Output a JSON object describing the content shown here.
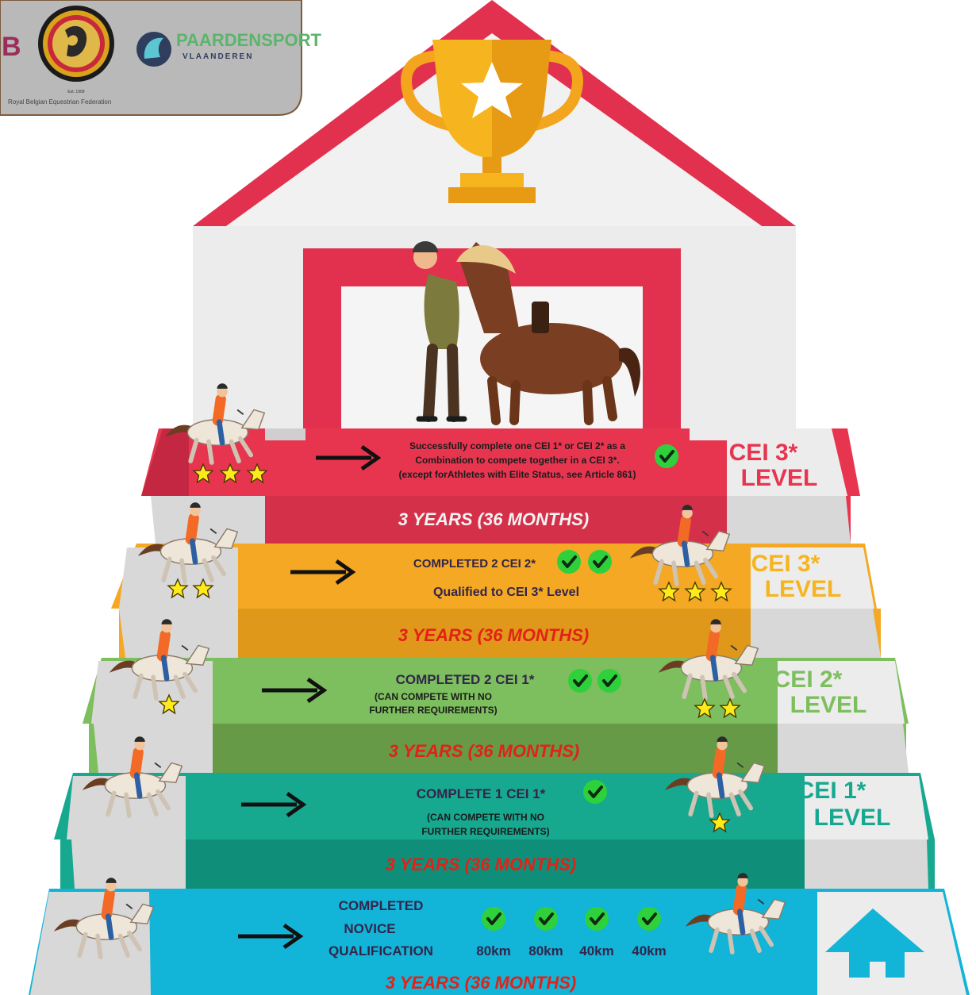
{
  "logos": {
    "federation_caption": "Royal Belgian Equestrian Federation",
    "established": "Est. 1909",
    "logo_left_fragment": "B",
    "paardensport_name": "PAARDENSPORT",
    "paardensport_sub": "VLAANDEREN"
  },
  "colors": {
    "roof": "#e2304f",
    "wall": "#ececec",
    "pink": "#e8354f",
    "pink_text": "#f3f3f3",
    "orange": "#f4a823",
    "orange_dark": "#e0981a",
    "green": "#7dbe5e",
    "green_dark": "#679a46",
    "teal": "#17a890",
    "teal_dark": "#0f8f79",
    "blue": "#12b4d8",
    "check": "#2ed13b",
    "star": "#ffeb1a"
  },
  "steps": [
    {
      "id": "cei3-combination",
      "text_lines": [
        "Successfully complete one CEI 1* or CEI 2* as a",
        "Combination to compete together in a CEI 3*.",
        "(except forAthletes with Elite Status, see Article 861)"
      ],
      "checks": 1,
      "left_stars": 3,
      "level_line1": "CEI 3*",
      "level_line2": "LEVEL",
      "period": "3 YEARS (36 MONTHS)"
    },
    {
      "id": "cei2-completed",
      "text_lines": [
        "COMPLETED 2 CEI 2*",
        "Qualified to CEI 3* Level"
      ],
      "checks": 2,
      "left_stars": 2,
      "right_stars": 3,
      "level_line1": "CEI 3*",
      "level_line2": "LEVEL",
      "period": "3 YEARS (36 MONTHS)"
    },
    {
      "id": "cei1-completed",
      "text_lines": [
        "COMPLETED 2 CEI 1*",
        "(CAN COMPETE WITH NO",
        "FURTHER REQUIREMENTS)"
      ],
      "checks": 2,
      "left_stars": 1,
      "right_stars": 2,
      "level_line1": "CEI 2*",
      "level_line2": "LEVEL",
      "period": "3 YEARS (36 MONTHS)"
    },
    {
      "id": "cei1-complete-one",
      "text_lines": [
        "COMPLETE 1 CEI 1*",
        "(CAN COMPETE WITH NO",
        "FURTHER REQUIREMENTS)"
      ],
      "checks": 1,
      "right_stars": 1,
      "level_line1": "CEI 1*",
      "level_line2": "LEVEL",
      "period": "3 YEARS (36 MONTHS)"
    },
    {
      "id": "novice",
      "text_lines": [
        "COMPLETED",
        "NOVICE",
        "QUALIFICATION"
      ],
      "distances": [
        "80km",
        "80km",
        "40km",
        "40km"
      ],
      "period": "3 YEARS (36 MONTHS)"
    }
  ]
}
